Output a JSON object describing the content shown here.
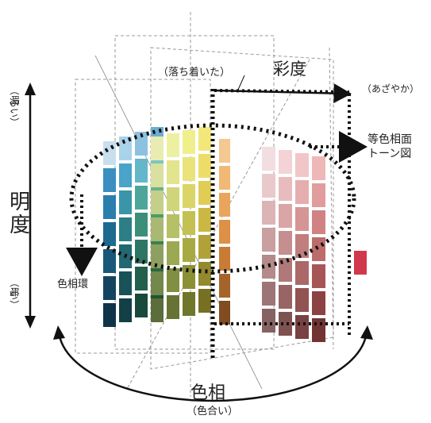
{
  "labels": {
    "chroma": "彩度",
    "muted": "（落ち着いた）",
    "vivid": "（あざやか）",
    "same_hue_tone_line1": "等色相面",
    "same_hue_tone_line2": "トーン図",
    "lightness_char1": "明",
    "lightness_char2": "度",
    "bright_line1": "（明",
    "bright_line2": "るい）",
    "dark_line1": "（暗",
    "dark_line2": "い）",
    "hue_circle": "色相環",
    "hue": "色相",
    "hue_sub": "（色合い）"
  },
  "palette": {
    "left_panels": [
      [
        "#c8dff0",
        "#a9d3ea",
        "#8cc2e0",
        "#6daed3"
      ],
      [
        "#3b8fc0",
        "#4aa3c8",
        "#63b7c9",
        "#7cc6c2"
      ],
      [
        "#2a7fae",
        "#3a95a8",
        "#4ea69a",
        "#66b38a"
      ],
      [
        "#1d6a90",
        "#2c7e87",
        "#3b8f78",
        "#4f9c67"
      ],
      [
        "#195878",
        "#226772",
        "#2d7663",
        "#3a8152"
      ],
      [
        "#134560",
        "#1a525a",
        "#225f4d",
        "#2b6940"
      ],
      [
        "#0f344a",
        "#133f46",
        "#184a3c",
        "#1f5432"
      ]
    ],
    "center_panels": [
      [
        "#e8ecb0",
        "#edf0a0",
        "#f1ee8c",
        "#f3e77a"
      ],
      [
        "#d9e0a0",
        "#e2e48e",
        "#e9e37a",
        "#eedc68"
      ],
      [
        "#c4cf8a",
        "#d0d57a",
        "#dad566",
        "#e1cc55"
      ],
      [
        "#a9b873",
        "#b6c064",
        "#c2c152",
        "#cbb844"
      ],
      [
        "#8ea05f",
        "#9ba952",
        "#a7aa43",
        "#b0a238"
      ],
      [
        "#74874c",
        "#808f42",
        "#8b9036",
        "#93892d"
      ],
      [
        "#5b6d3b",
        "#667433",
        "#70762a",
        "#776f22"
      ]
    ],
    "right_panels": [
      [
        "#f2dde0",
        "#f3d3d6",
        "#f1c6c8",
        "#eeb8b9"
      ],
      [
        "#e9c9cc",
        "#e8bcbe",
        "#e6adae",
        "#e19c9c"
      ],
      [
        "#dcb4b6",
        "#d9a5a6",
        "#d69595",
        "#d18383"
      ],
      [
        "#c99fa0",
        "#c58f8f",
        "#c17e7e",
        "#bd6c6c"
      ],
      [
        "#b58a8a",
        "#b07979",
        "#ab6868",
        "#a65656"
      ],
      [
        "#9e7576",
        "#986464",
        "#925353",
        "#8c4242"
      ],
      [
        "#866263",
        "#7f5252",
        "#784242",
        "#723333"
      ]
    ],
    "warm_side": [
      "#f4c890",
      "#f1b974",
      "#eaa45c",
      "#de9046",
      "#c97b36",
      "#a7642a",
      "#804c20"
    ],
    "vivid_red": "#d0384d"
  }
}
